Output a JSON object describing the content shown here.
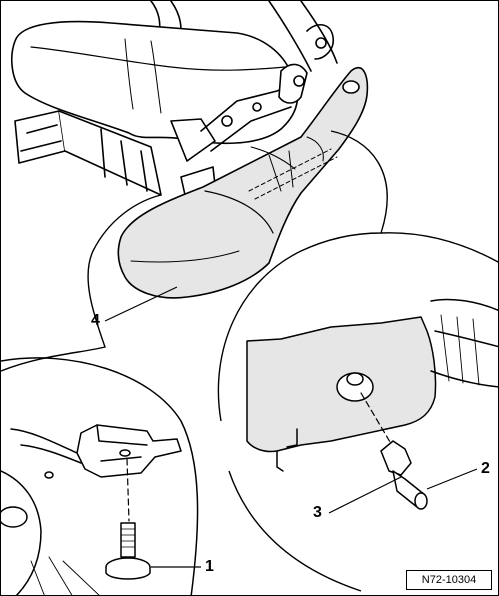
{
  "callouts": {
    "c1": "1",
    "c2": "2",
    "c3": "3",
    "c4": "4"
  },
  "figure_ref": "N72-10304",
  "colors": {
    "line": "#000000",
    "panel_fill": "#e6e6e6",
    "background": "#ffffff"
  }
}
